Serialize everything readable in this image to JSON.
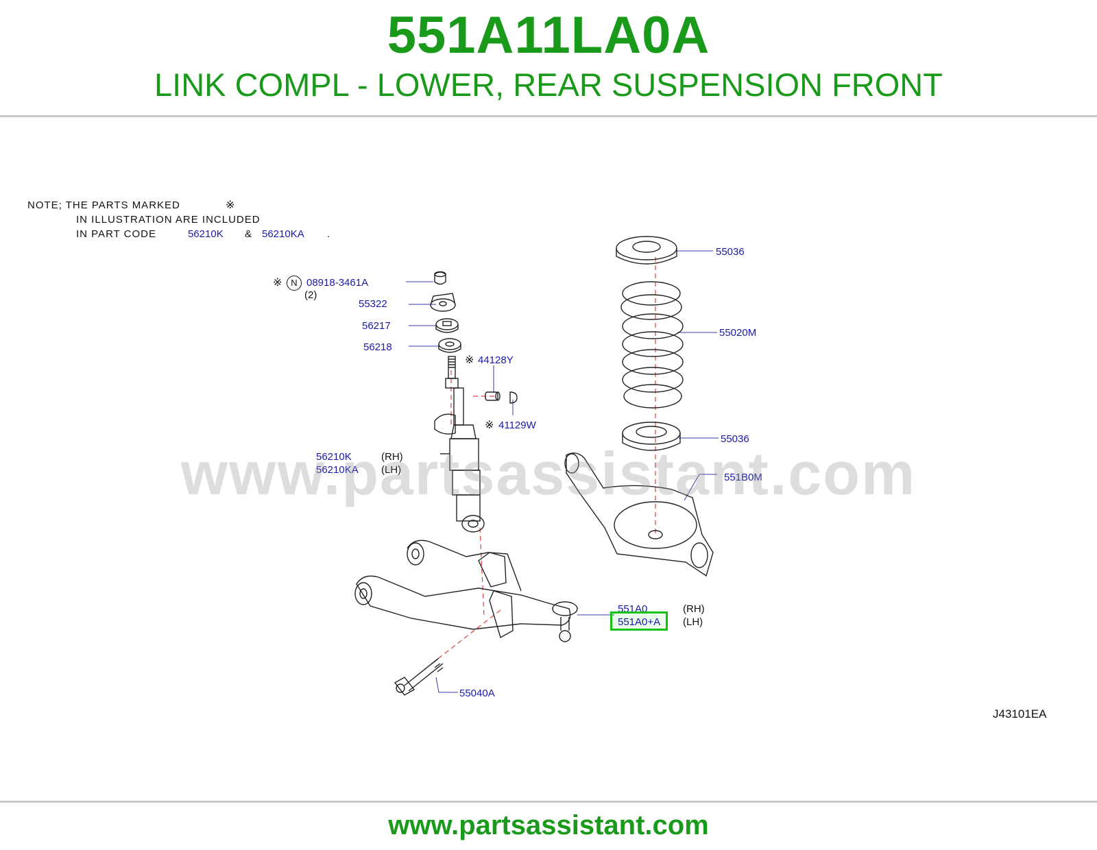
{
  "header": {
    "part_number": "551A11LA0A",
    "description": "LINK COMPL - LOWER, REAR SUSPENSION FRONT"
  },
  "note": {
    "line1": "NOTE;  THE  PARTS  MARKED",
    "line2": "IN  ILLUSTRATION  ARE  INCLUDED",
    "line3": "IN  PART  CODE",
    "code_a": "56210K",
    "amp": "&",
    "code_b": "56210KA",
    "period": ".",
    "mark_symbol": "※"
  },
  "labels": {
    "bolt_nut": "08918-3461A",
    "bolt_nut_qty": "(2)",
    "n_symbol": "N",
    "mount": "55322",
    "bushing_upper": "56217",
    "bushing_lower": "56218",
    "valve": "44128Y",
    "cap": "41129W",
    "shock_rh": "56210K",
    "shock_lh": "56210KA",
    "rh": "(RH)",
    "lh": "(LH)",
    "seat_upper": "55036",
    "spring": "55020M",
    "seat_lower": "55036",
    "rear_link": "551B0M",
    "link_rh": "551A0",
    "link_lh": "551A0+A",
    "bolt": "55040A"
  },
  "diagram_code": "J43101EA",
  "watermark": "www.partsassistant.com",
  "footer_url": "www.partsassistant.com",
  "colors": {
    "brand_green": "#1a9a1a",
    "label_blue": "#1a1aa6",
    "highlight": "#13c213"
  }
}
